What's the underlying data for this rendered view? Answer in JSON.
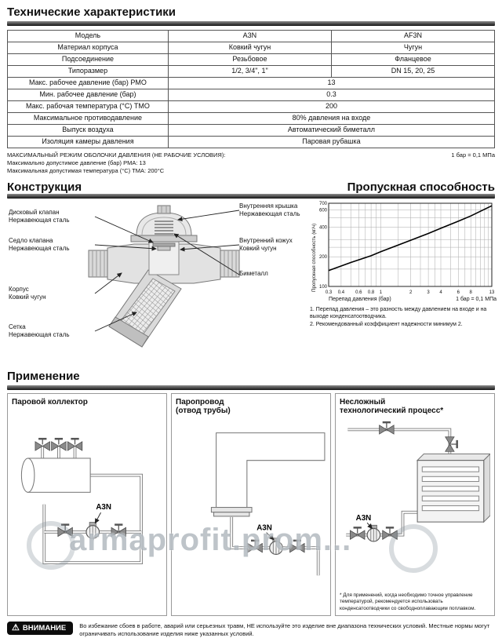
{
  "sections": {
    "specs": "Технические характеристики",
    "construction": "Конструкция",
    "capacity": "Пропускная способность",
    "application": "Применение"
  },
  "specs_table": {
    "header": {
      "label": "Модель",
      "col1": "A3N",
      "col2": "AF3N"
    },
    "rows": [
      {
        "label": "Материал корпуса",
        "col1": "Ковкий чугун",
        "col2": "Чугун"
      },
      {
        "label": "Подсоединение",
        "col1": "Резьбовое",
        "col2": "Фланцевое"
      },
      {
        "label": "Типоразмер",
        "col1": "1/2, 3/4\", 1\"",
        "col2": "DN 15, 20, 25"
      },
      {
        "label": "Макс. рабочее давление (бар) PMO",
        "span": "13"
      },
      {
        "label": "Мин. рабочее давление (бар)",
        "span": "0.3"
      },
      {
        "label": "Макс. рабочая температура (°C) TMO",
        "span": "200"
      },
      {
        "label": "Максимальное противодавление",
        "span": "80% давления на входе"
      },
      {
        "label": "Выпуск воздуха",
        "span": "Автоматический биметалл"
      },
      {
        "label": "Изоляция камеры давления",
        "span": "Паровая рубашка"
      }
    ]
  },
  "specs_notes": {
    "heading": "МАКСИМАЛЬНЫЙ РЕЖИМ ОБОЛОЧКИ ДАВЛЕНИЯ (НЕ РАБОЧИЕ УСЛОВИЯ):",
    "unit_note": "1 бар = 0,1 МПа",
    "lines": [
      "Максимально допустимое давление (бар) PMA: 13",
      "Максимальная допустимая температура (°C) TMA: 200°C"
    ]
  },
  "construction": {
    "left_labels": [
      {
        "title": "Дисковый клапан",
        "sub": "Нержавеющая сталь"
      },
      {
        "title": "Седло клапана",
        "sub": "Нержавеющая сталь"
      },
      {
        "title": "Корпус",
        "sub": "Ковкий чугун"
      },
      {
        "title": "Сетка",
        "sub": "Нержавеющая сталь"
      }
    ],
    "right_labels": [
      {
        "title": "Внутренняя крышка",
        "sub": "Нержавеющая сталь"
      },
      {
        "title": "Внутренний кожух",
        "sub": "Ковкий чугун"
      },
      {
        "title": "Биметалл",
        "sub": ""
      }
    ]
  },
  "chart_data": {
    "type": "line",
    "title": "Пропускная способность",
    "xlabel": "Перепад давления (бар)",
    "ylabel": "Пропускная способность (кг/ч)",
    "unit_note": "1 бар = 0,1 МПа",
    "x_scale": "log",
    "y_scale": "log",
    "xlim": [
      0.3,
      13
    ],
    "ylim": [
      100,
      700
    ],
    "x_ticks": [
      0.3,
      0.4,
      0.6,
      0.8,
      1,
      2,
      3,
      4,
      6,
      8,
      13
    ],
    "y_ticks": [
      100,
      200,
      400,
      600,
      700
    ],
    "x_grid": [
      0.3,
      0.4,
      0.5,
      0.6,
      0.7,
      0.8,
      0.9,
      1,
      1.5,
      2,
      2.5,
      3,
      3.5,
      4,
      5,
      6,
      7,
      8,
      9,
      10,
      11,
      12,
      13
    ],
    "y_grid": [
      100,
      150,
      200,
      250,
      300,
      400,
      500,
      600,
      700
    ],
    "legend": "off",
    "series": [
      {
        "name": "A3N",
        "points": [
          [
            0.3,
            145
          ],
          [
            0.5,
            175
          ],
          [
            0.8,
            205
          ],
          [
            1,
            225
          ],
          [
            2,
            295
          ],
          [
            3,
            345
          ],
          [
            4,
            390
          ],
          [
            6,
            460
          ],
          [
            8,
            520
          ],
          [
            10,
            580
          ],
          [
            13,
            660
          ]
        ]
      }
    ],
    "notes": [
      "1. Перепад давления – это разность между давлением на входе и на выходе конденсатоотводчика.",
      "2. Рекомендованный коэффициент надежности минимум 2."
    ]
  },
  "application": {
    "items": [
      {
        "title": "Паровой коллектор",
        "title2": "",
        "label": "A3N"
      },
      {
        "title": "Паропровод",
        "title2": "(отвод трубы)",
        "label": "A3N"
      },
      {
        "title": "Несложный",
        "title2": "технологический процесс*",
        "label": "A3N",
        "footnote": "* Для применений, когда необходимо точное управление температурой, рекомендуется использовать конденсатоотводчики со свободноплавающим поплавком."
      }
    ]
  },
  "warning": {
    "badge": "ВНИМАНИЕ",
    "text": "Во избежание сбоев в работе, аварий или серьезных травм, НЕ используйте это изделие вне диапазона технических условий. Местные нормы могут ограничивать использование изделия ниже указанных условий."
  },
  "watermark": "armaprofit.prom..."
}
